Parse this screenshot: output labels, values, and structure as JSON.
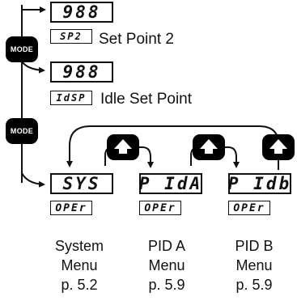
{
  "mode_key": {
    "label": "MODE"
  },
  "setpoint_step": {
    "display": "988",
    "code": "SP2",
    "label": "Set Point 2"
  },
  "idle_step": {
    "display": "988",
    "code": "IdSP",
    "label": "Idle Set Point"
  },
  "menus": [
    {
      "display": "SYS",
      "code": "OPEr",
      "caption_line1": "System",
      "caption_line2": "Menu",
      "caption_line3": "p. 5.2"
    },
    {
      "display": "P IdA",
      "code": "OPEr",
      "caption_line1": "PID A",
      "caption_line2": "Menu",
      "caption_line3": "p. 5.9"
    },
    {
      "display": "P Idb",
      "code": "OPEr",
      "caption_line1": "PID B",
      "caption_line2": "Menu",
      "caption_line3": "p. 5.9"
    }
  ],
  "icons": {
    "mode": "mode-button",
    "up": "up-arrow-button"
  },
  "colors": {
    "ink": "#111111",
    "key": "#000000",
    "background": "#ffffff"
  }
}
